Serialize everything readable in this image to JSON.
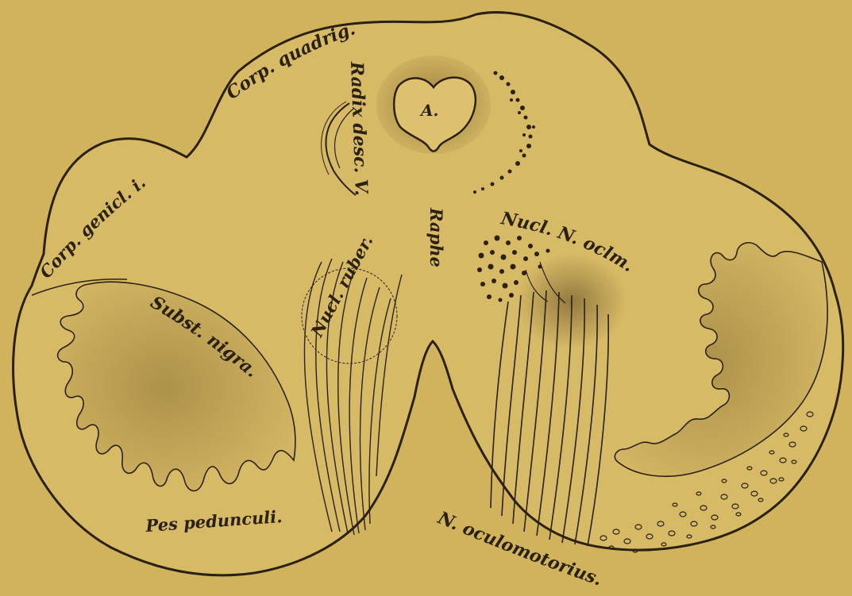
{
  "labels": {
    "corp_quadrig": "Corp. quadrig.",
    "radix_desc": "Radix desc. V.",
    "aqueduct": "A.",
    "corp_genicl": "Corp. genicl. i.",
    "raphe": "Raphe",
    "nucl_ruber": "Nucl. ruber.",
    "nucl_n_oclm": "Nucl. N. oclm.",
    "subst_nigra": "Subst. nigra.",
    "pes_pedunculi": "Pes pedunculi.",
    "n_oculomotorius": "N. oculomotorius."
  },
  "colors": {
    "background": "#d2b35d",
    "ink": "#2a2110",
    "tissue": "#d7ba66",
    "shade": "#8a7033"
  }
}
